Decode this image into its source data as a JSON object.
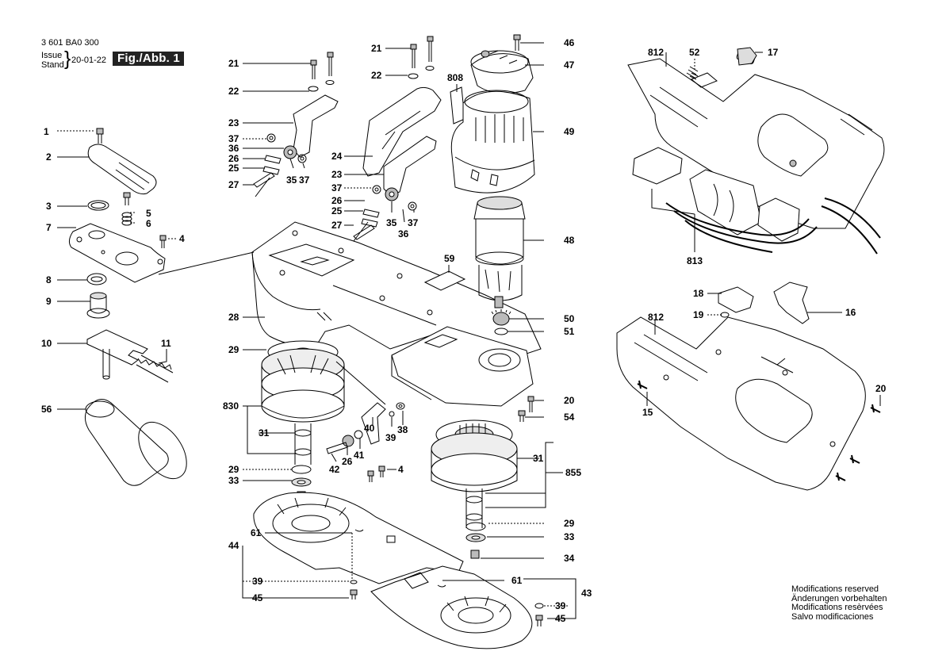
{
  "header": {
    "part_number": "3 601 BA0 300",
    "issue_label_line1": "Issue",
    "issue_label_line2": "Stand",
    "date": "20-01-22",
    "figure": "Fig./Abb. 1"
  },
  "notes": [
    "Modifications reserved",
    "Änderungen vorbehalten",
    "Modifications resèrvées",
    "Salvo modificaciones"
  ],
  "callouts": [
    "1",
    "2",
    "3",
    "5",
    "6",
    "7",
    "4",
    "8",
    "9",
    "10",
    "11",
    "56",
    "21",
    "22",
    "23",
    "37",
    "36",
    "26",
    "25",
    "27",
    "35",
    "37",
    "21",
    "22",
    "24",
    "23",
    "37",
    "26",
    "25",
    "27",
    "35",
    "36",
    "37",
    "808",
    "59",
    "28",
    "29",
    "830",
    "31",
    "29",
    "33",
    "46",
    "47",
    "49",
    "48",
    "50",
    "51",
    "20",
    "54",
    "31",
    "855",
    "40",
    "39",
    "38",
    "41",
    "26",
    "42",
    "4",
    "29",
    "33",
    "34",
    "44",
    "61",
    "39",
    "45",
    "61",
    "43",
    "39",
    "45",
    "812",
    "52",
    "17",
    "813",
    "18",
    "19",
    "16",
    "812",
    "20",
    "15"
  ],
  "colors": {
    "ink": "#000000",
    "fig_badge": "#222222"
  }
}
